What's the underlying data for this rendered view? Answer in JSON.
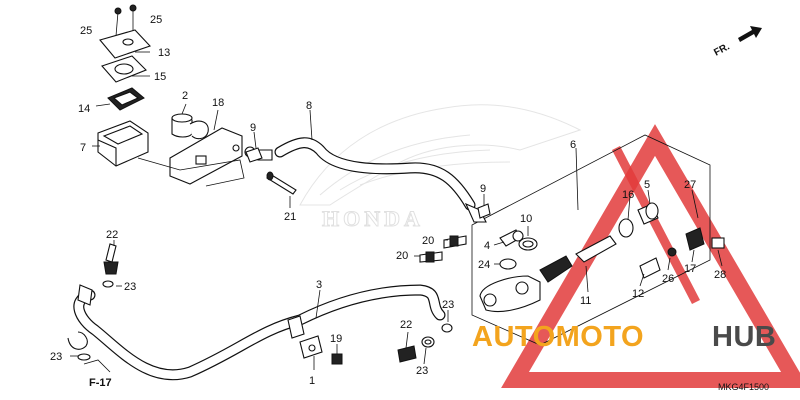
{
  "diagram": {
    "diagram_code": "MKG4F1500",
    "direction_label": "FR.",
    "reference_label": "F-17",
    "brand_watermark": "HONDA",
    "parts": [
      {
        "num": "1"
      },
      {
        "num": "2"
      },
      {
        "num": "3"
      },
      {
        "num": "4"
      },
      {
        "num": "5"
      },
      {
        "num": "6"
      },
      {
        "num": "7"
      },
      {
        "num": "8"
      },
      {
        "num": "9"
      },
      {
        "num": "10"
      },
      {
        "num": "11"
      },
      {
        "num": "12"
      },
      {
        "num": "13"
      },
      {
        "num": "14"
      },
      {
        "num": "15"
      },
      {
        "num": "16"
      },
      {
        "num": "17"
      },
      {
        "num": "18"
      },
      {
        "num": "19"
      },
      {
        "num": "20"
      },
      {
        "num": "21"
      },
      {
        "num": "22"
      },
      {
        "num": "23"
      },
      {
        "num": "24"
      },
      {
        "num": "25"
      },
      {
        "num": "26"
      },
      {
        "num": "27"
      },
      {
        "num": "28"
      }
    ]
  },
  "watermark": {
    "logo_part1": "AUTOMOTO",
    "logo_part2": "HUB",
    "accent_color": "#f3a41e",
    "logo_red": "#e23b3b",
    "text_dark": "#4a4a4a"
  }
}
